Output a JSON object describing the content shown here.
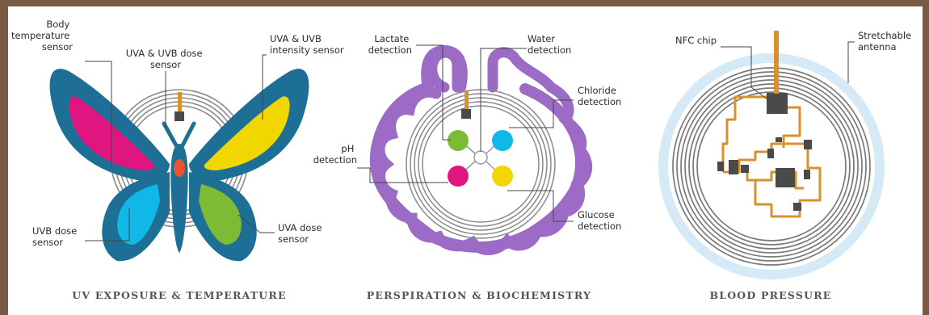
{
  "panels": [
    {
      "title": "UV EXPOSURE & TEMPERATURE",
      "labels": {
        "body_temp": [
          "Body",
          "temperature",
          "sensor"
        ],
        "uva_uvb_dose": [
          "UVA & UVB dose",
          "sensor"
        ],
        "uva_uvb_intensity": [
          "UVA & UVB",
          "intensity sensor"
        ],
        "uvb_dose": [
          "UVB dose",
          "sensor"
        ],
        "uva_dose": [
          "UVA dose",
          "sensor"
        ]
      }
    },
    {
      "title": "PERSPIRATION & BIOCHEMISTRY",
      "labels": {
        "lactate": [
          "Lactate",
          "detection"
        ],
        "water": [
          "Water",
          "detection"
        ],
        "chloride": [
          "Chloride",
          "detection"
        ],
        "ph": [
          "pH",
          "detection"
        ],
        "glucose": [
          "Glucose",
          "detection"
        ]
      }
    },
    {
      "title": "BLOOD PRESSURE",
      "labels": {
        "nfc": [
          "NFC chip"
        ],
        "antenna": [
          "Stretchable",
          "antenna"
        ]
      }
    }
  ],
  "colors": {
    "wing_blue": "#1d6f96",
    "magenta": "#e0157f",
    "yellow": "#f2d600",
    "cyan": "#10b8e8",
    "green": "#7dbb35",
    "orange_red": "#e9532d",
    "purple": "#9c6bc6",
    "copper": "#d9912e",
    "chip": "#4a4a4a",
    "coil": "#8a8a8a",
    "light_blue": "#d5eaf6"
  },
  "icons": [
    "butterfly-sensor",
    "sweat-sensor",
    "blood-pressure-sensor"
  ]
}
